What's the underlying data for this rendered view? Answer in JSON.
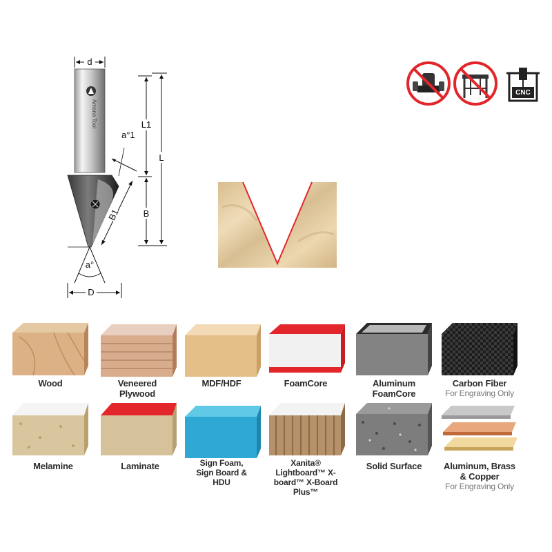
{
  "diagram": {
    "labels": {
      "d": "d",
      "a1": "a°1",
      "L1": "L1",
      "L": "L",
      "B": "B",
      "B1": "B1",
      "a": "a°",
      "D": "D"
    },
    "shank_text": "Amana Tool"
  },
  "icons": [
    {
      "name": "no-handheld-router",
      "prohibited": true
    },
    {
      "name": "no-router-table",
      "prohibited": true
    },
    {
      "name": "cnc-machine",
      "text": "CNC"
    }
  ],
  "cut_profile": {
    "shape": "V-groove",
    "cut_color": "#e3262b",
    "wood_color": "#e2caa0"
  },
  "materials": [
    {
      "label": "Wood",
      "note": ""
    },
    {
      "label": "Veneered Plywood",
      "note": ""
    },
    {
      "label": "MDF/HDF",
      "note": ""
    },
    {
      "label": "FoamCore",
      "note": ""
    },
    {
      "label": "Aluminum FoamCore",
      "note": ""
    },
    {
      "label": "Carbon Fiber",
      "note": "For Engraving Only"
    },
    {
      "label": "Melamine",
      "note": ""
    },
    {
      "label": "Laminate",
      "note": ""
    },
    {
      "label": "Sign Foam, Sign Board & HDU",
      "note": ""
    },
    {
      "label": "Xanita® Lightboard™ X-board™ X-Board Plus™",
      "note": ""
    },
    {
      "label": "Solid Surface",
      "note": ""
    },
    {
      "label": "Aluminum, Brass & Copper",
      "note": "For Engraving Only"
    }
  ]
}
